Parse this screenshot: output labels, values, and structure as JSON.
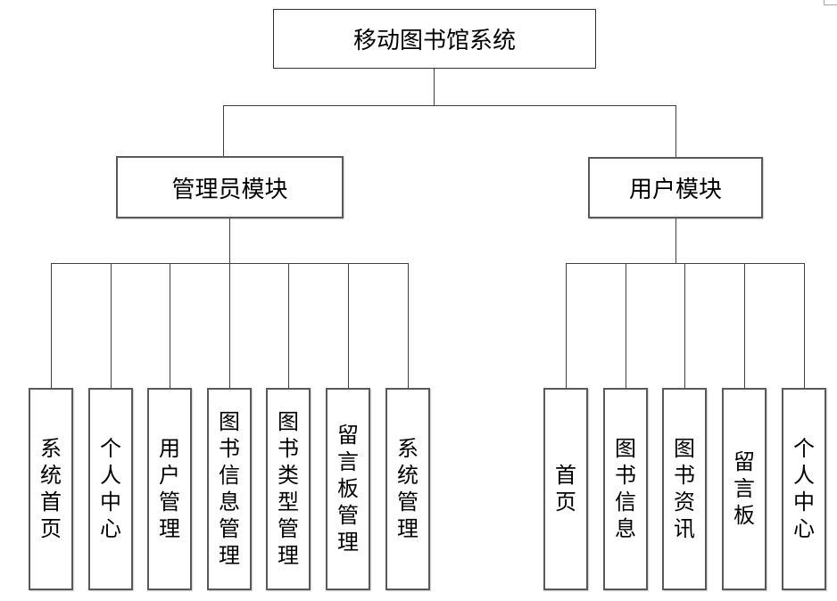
{
  "diagram": {
    "root_label": "移动图书馆系统",
    "modules": [
      {
        "label": "管理员模块",
        "children": [
          "系统首页",
          "个人中心",
          "用户管理",
          "图书信息管理",
          "图书类型管理",
          "留言板管理",
          "系统管理"
        ]
      },
      {
        "label": "用户模块",
        "children": [
          "首页",
          "图书信息",
          "图书资讯",
          "留言板",
          "个人中心"
        ]
      }
    ]
  },
  "colors": {
    "background": "#ffffff",
    "box_fill": "#ffffff",
    "box_border": "#595959",
    "connector": "#404040",
    "text": "#000000"
  }
}
